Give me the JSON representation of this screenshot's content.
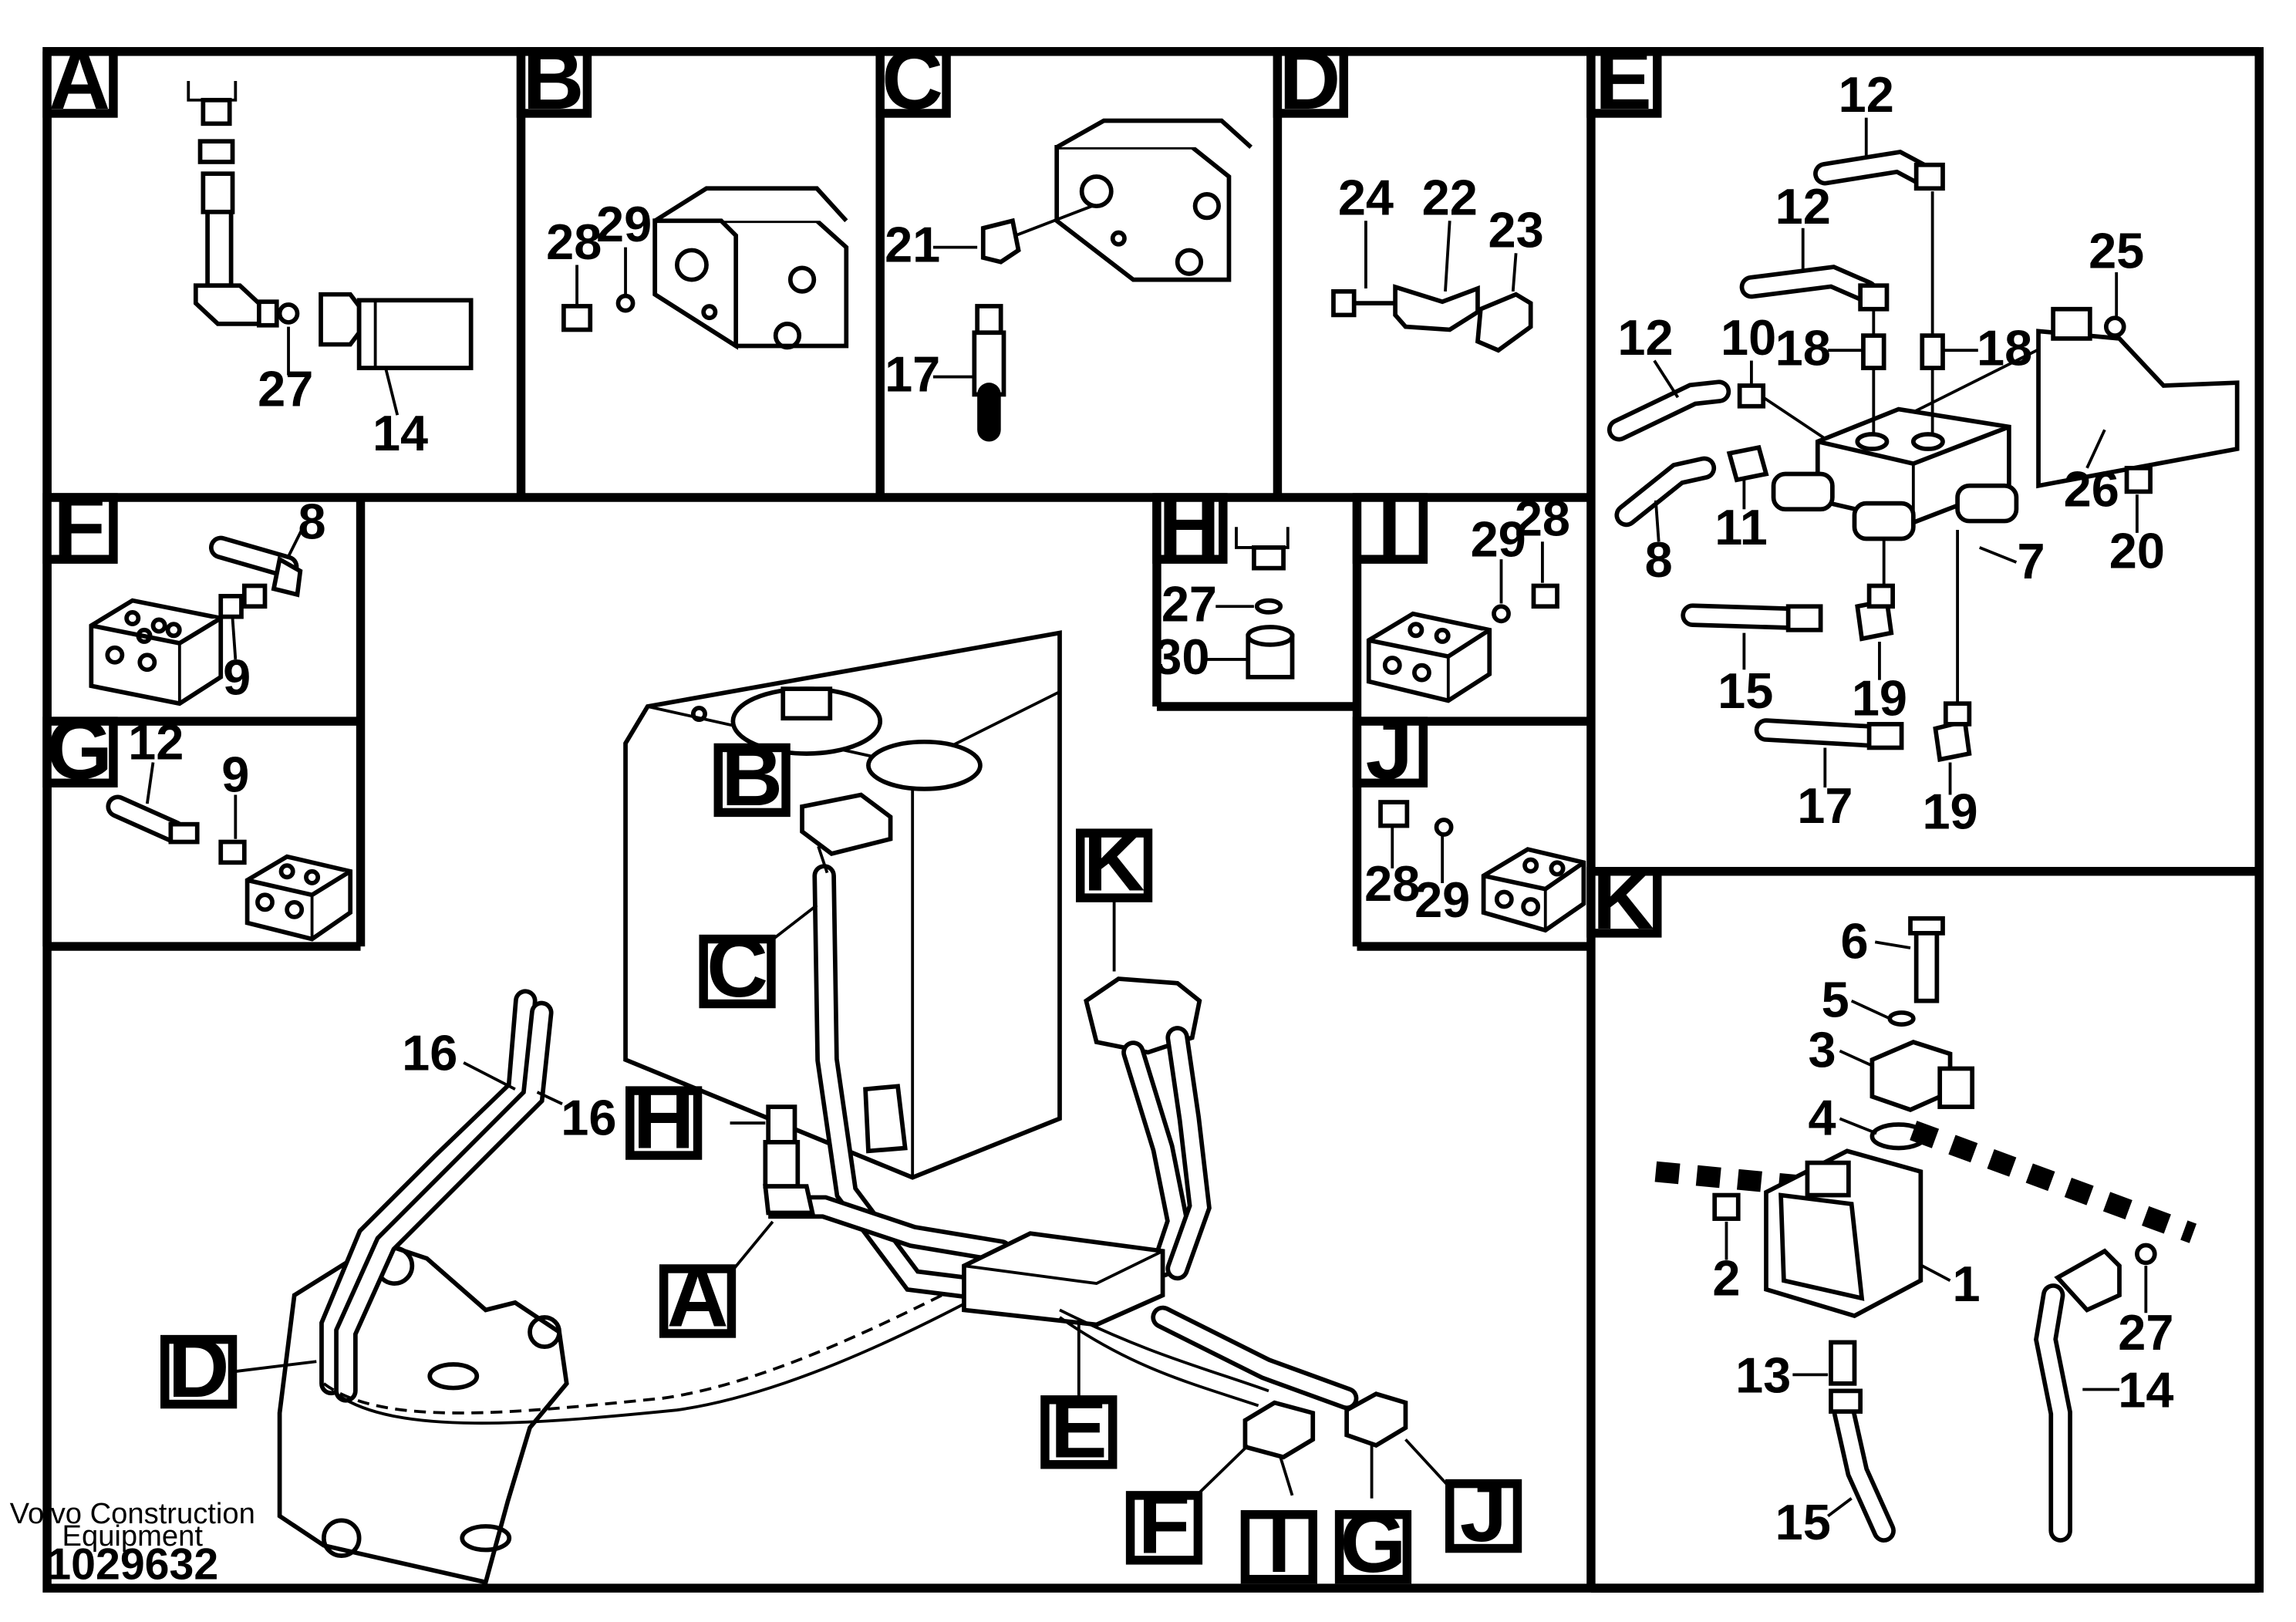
{
  "diagram": {
    "panel_letters": [
      "A",
      "B",
      "C",
      "D",
      "E",
      "F",
      "G",
      "H",
      "I",
      "J",
      "K"
    ],
    "callouts": {
      "a": [
        "27",
        "14"
      ],
      "b": [
        "28",
        "29"
      ],
      "c": [
        "21",
        "17"
      ],
      "d": [
        "24",
        "22",
        "23"
      ],
      "e": [
        "12",
        "12",
        "12",
        "18",
        "18",
        "25",
        "10",
        "26",
        "20",
        "11",
        "7",
        "8",
        "15",
        "19",
        "17",
        "19"
      ],
      "f": [
        "8",
        "9"
      ],
      "g": [
        "12",
        "9"
      ],
      "h": [
        "27",
        "30"
      ],
      "i": [
        "29",
        "28"
      ],
      "j": [
        "28",
        "29"
      ],
      "k": [
        "6",
        "5",
        "3",
        "4",
        "2",
        "1",
        "27",
        "13",
        "14",
        "15"
      ],
      "main": [
        "16",
        "16"
      ]
    },
    "main_labels": [
      "B",
      "C",
      "K",
      "H",
      "A",
      "D",
      "E",
      "F",
      "I",
      "G",
      "J"
    ],
    "footer": {
      "brand_line1": "Volvo Construction",
      "brand_line2": "Equipment",
      "doc_number": "1029632"
    }
  }
}
